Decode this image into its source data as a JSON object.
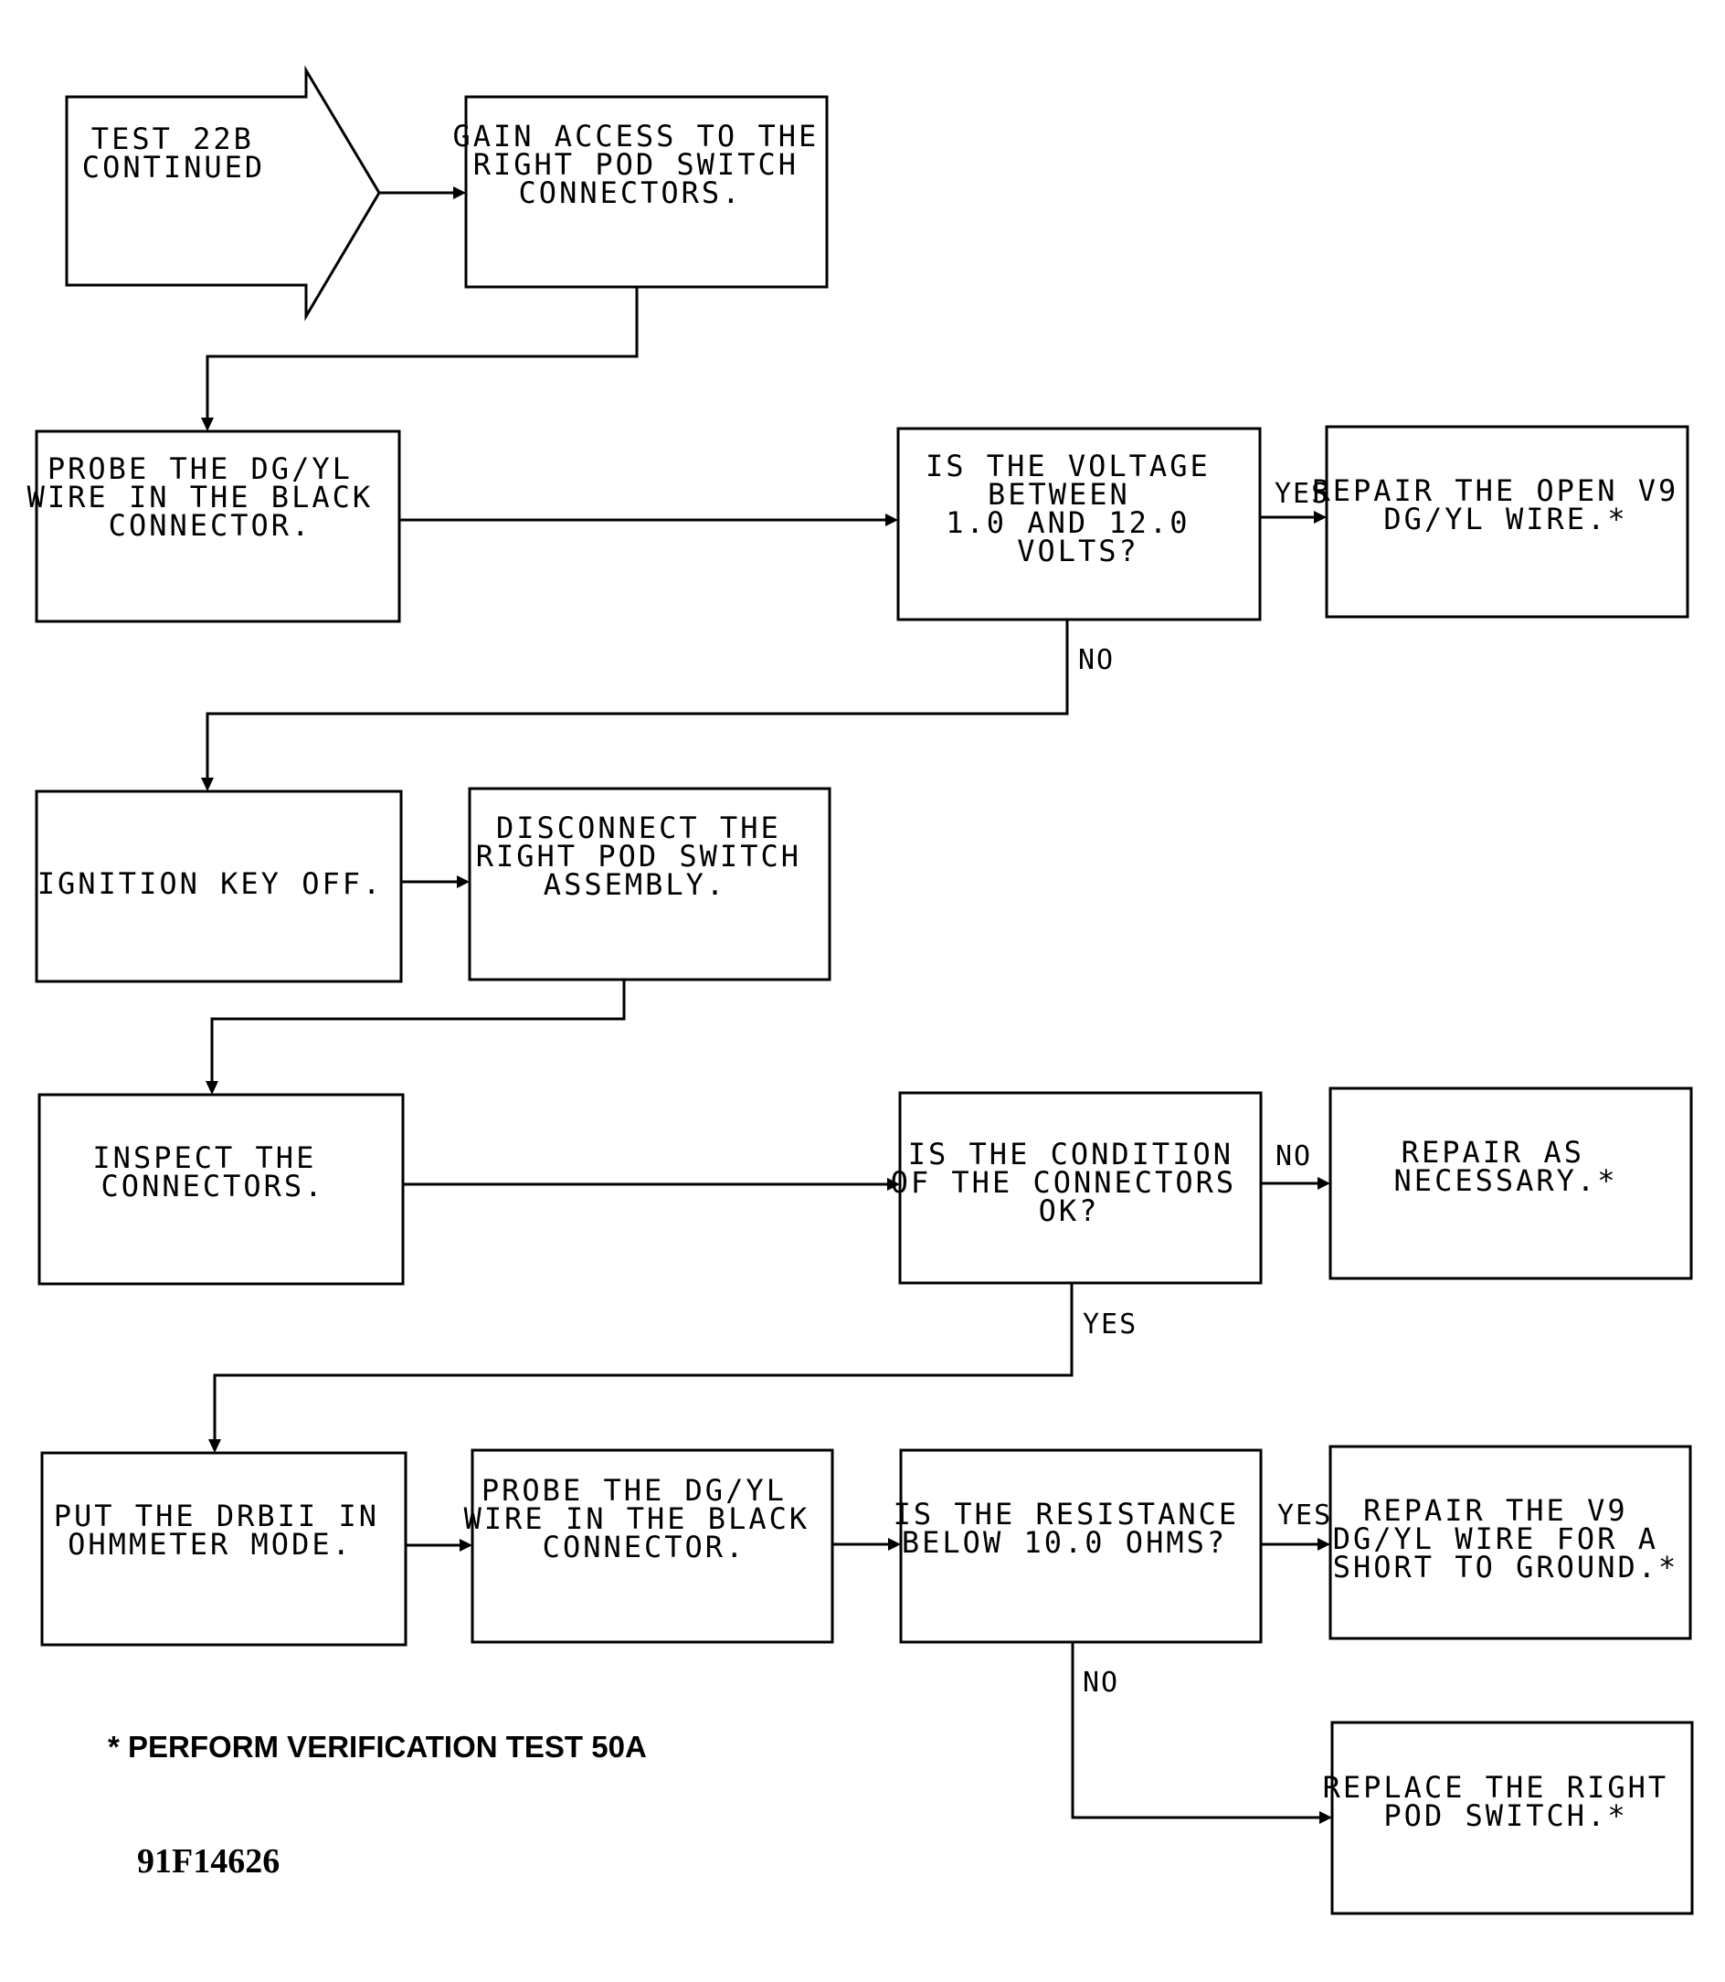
{
  "flowchart": {
    "start": [
      "TEST 22B",
      "CONTINUED"
    ],
    "gain_access": [
      "GAIN ACCESS TO THE",
      "RIGHT POD SWITCH",
      "CONNECTORS."
    ],
    "probe_voltage": [
      "PROBE THE DG/YL",
      "WIRE IN THE BLACK",
      "CONNECTOR."
    ],
    "q_voltage": [
      "IS THE VOLTAGE",
      "BETWEEN",
      "1.0 AND 12.0",
      "VOLTS?"
    ],
    "repair_open": [
      "REPAIR THE OPEN V9",
      "DG/YL WIRE.*"
    ],
    "ignition_off": [
      "IGNITION KEY OFF."
    ],
    "disconnect": [
      "DISCONNECT THE",
      "RIGHT POD SWITCH",
      "ASSEMBLY."
    ],
    "inspect": [
      "INSPECT THE",
      "CONNECTORS."
    ],
    "q_condition": [
      "IS THE CONDITION",
      "OF THE CONNECTORS",
      "OK?"
    ],
    "repair_necessary": [
      "REPAIR AS",
      "NECESSARY.*"
    ],
    "ohmmeter": [
      "PUT THE DRBII IN",
      "OHMMETER MODE."
    ],
    "probe_resistance": [
      "PROBE THE DG/YL",
      "WIRE IN THE BLACK",
      "CONNECTOR."
    ],
    "q_resistance": [
      "IS THE RESISTANCE",
      "BELOW 10.0 OHMS?"
    ],
    "repair_short": [
      "REPAIR THE V9",
      "DG/YL WIRE FOR A",
      "SHORT TO GROUND.*"
    ],
    "replace_switch": [
      "REPLACE THE RIGHT",
      "POD SWITCH.*"
    ]
  },
  "labels": {
    "yes_voltage": "YES",
    "no_voltage": "NO",
    "no_condition": "NO",
    "yes_condition": "YES",
    "yes_resistance": "YES",
    "no_resistance": "NO"
  },
  "footnote": "* PERFORM VERIFICATION TEST 50A",
  "figure_id": "91F14626"
}
